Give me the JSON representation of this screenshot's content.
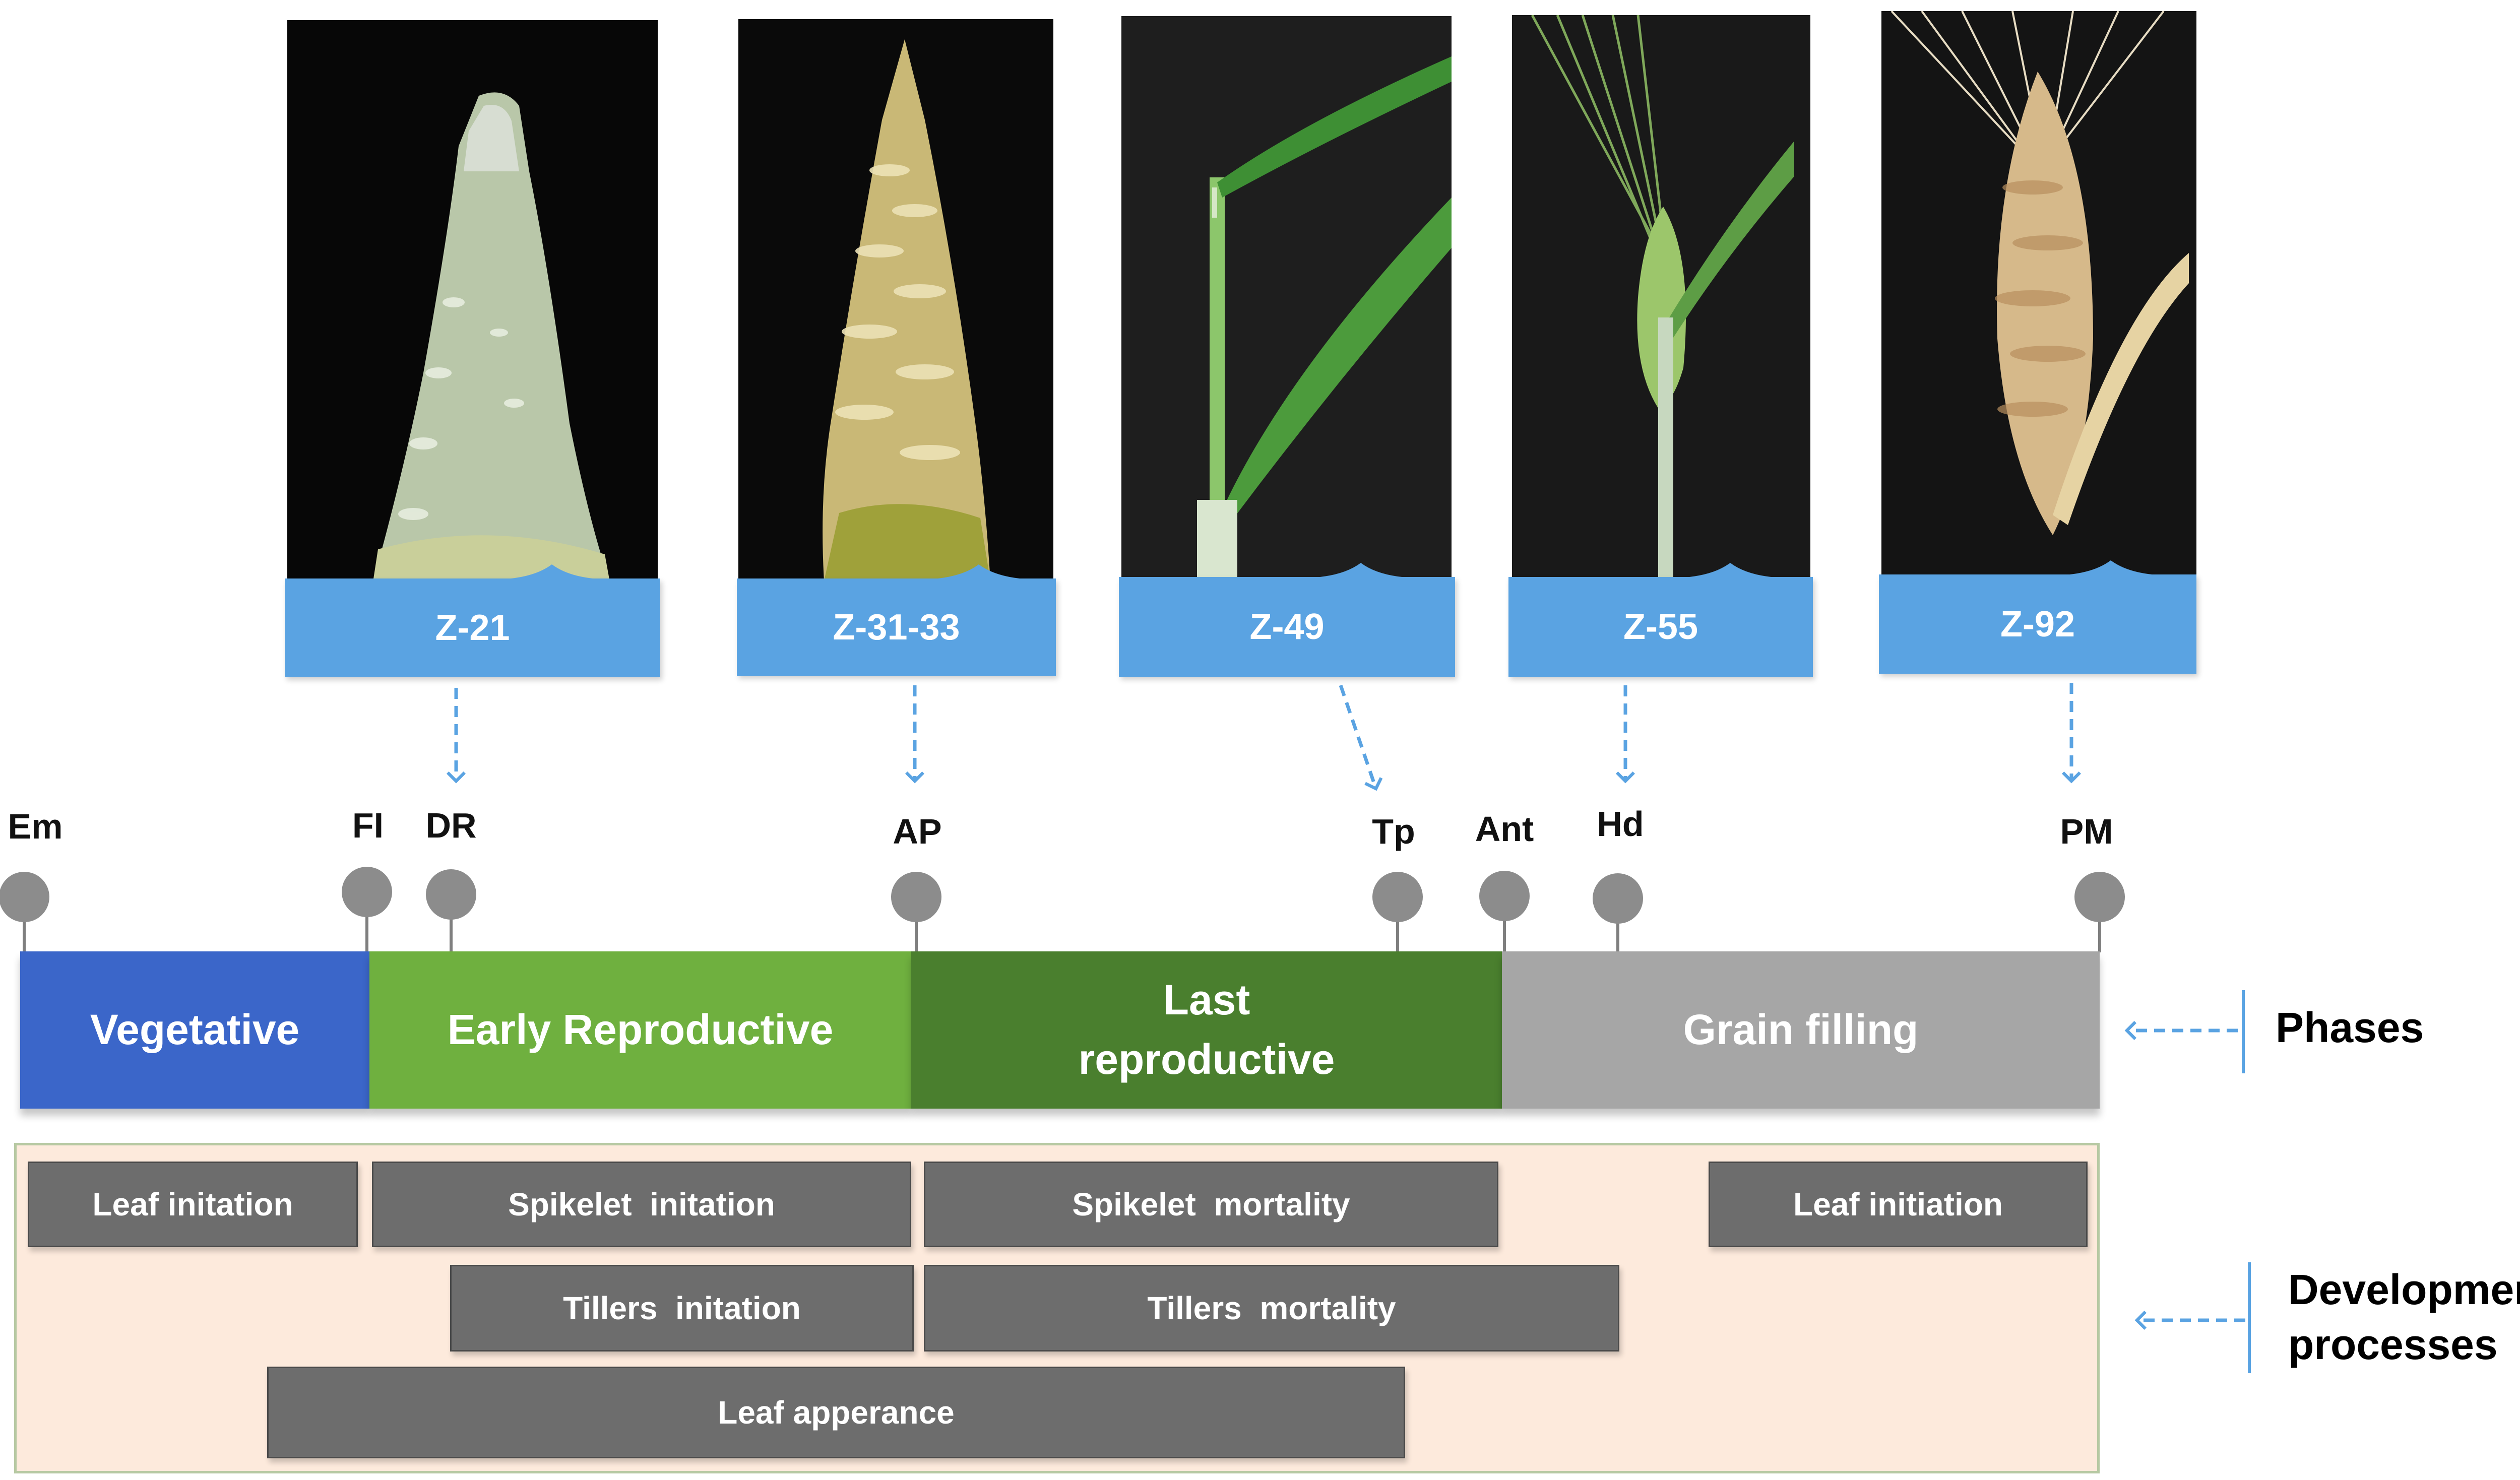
{
  "stages": [
    {
      "label": "Z-21"
    },
    {
      "label": "Z-31-33"
    },
    {
      "label": "Z-49"
    },
    {
      "label": "Z-55"
    },
    {
      "label": "Z-92"
    }
  ],
  "markers": [
    {
      "label": "Em"
    },
    {
      "label": "FI"
    },
    {
      "label": "DR"
    },
    {
      "label": "AP"
    },
    {
      "label": "Tp"
    },
    {
      "label": "Ant"
    },
    {
      "label": "Hd"
    },
    {
      "label": "PM"
    }
  ],
  "phases": [
    {
      "label": "Vegetative",
      "color": "#3b66c9"
    },
    {
      "label": "Early Reproductive",
      "color": "#6fb03f"
    },
    {
      "label": "Last\nreproductive",
      "color": "#4a7f2e"
    },
    {
      "label": "Grain filling",
      "color": "#a6a6a6"
    }
  ],
  "processes": [
    {
      "label": "Leaf initation"
    },
    {
      "label": "Spikelet  initation"
    },
    {
      "label": "Spikelet  mortality"
    },
    {
      "label": "Leaf initiation"
    },
    {
      "label": "Tillers  initation"
    },
    {
      "label": "Tillers  mortality"
    },
    {
      "label": "Leaf apperance"
    }
  ],
  "side_labels": {
    "phases": "Phases",
    "development_line1": "Development",
    "development_line2": "processes"
  },
  "colors": {
    "accent_blue": "#5aa3e2",
    "process_gray": "#6d6d6d",
    "panel_bg": "#fdeadc"
  }
}
